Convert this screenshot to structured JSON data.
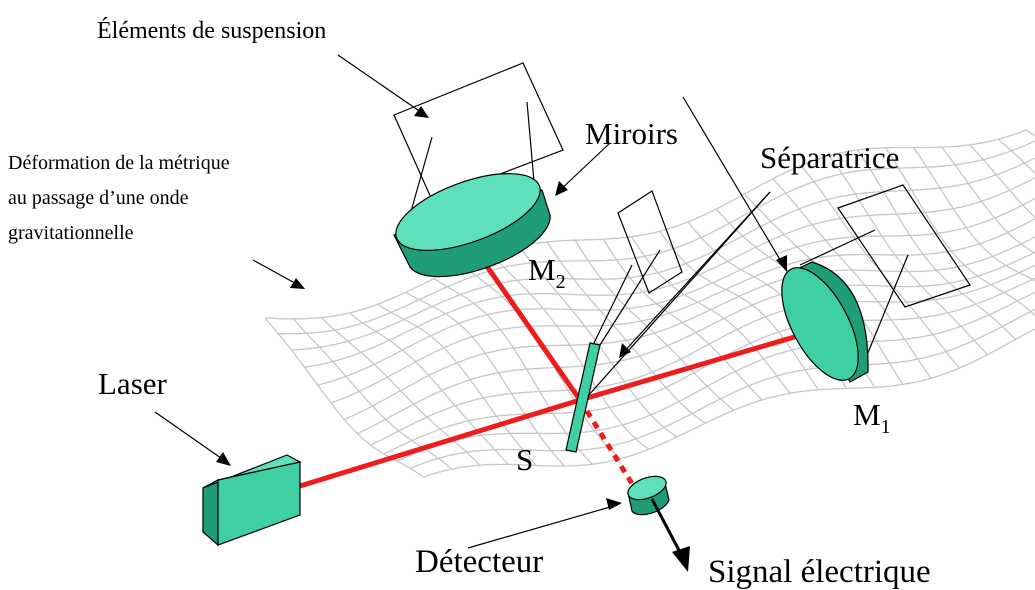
{
  "labels": {
    "suspension": "Éléments de suspension",
    "deformation_line1": "Déformation de la métrique",
    "deformation_line2": "au passage d’une onde",
    "deformation_line3": "gravitationnelle",
    "mirrors": "Miroirs",
    "beam_splitter": "Séparatrice",
    "laser": "Laser",
    "splitter_letter": "S",
    "mirror2_letter": "M",
    "mirror2_index": "2",
    "mirror1_letter": "M",
    "mirror1_index": "1",
    "detector": "Détecteur",
    "signal": "Signal électrique"
  },
  "colors": {
    "beam": "#ee1c1c",
    "component": "#3fcfa4",
    "component_top": "#5fe0bc",
    "component_dark": "#1f9c78",
    "grid": "#c7c7c7",
    "outline": "#000000"
  }
}
